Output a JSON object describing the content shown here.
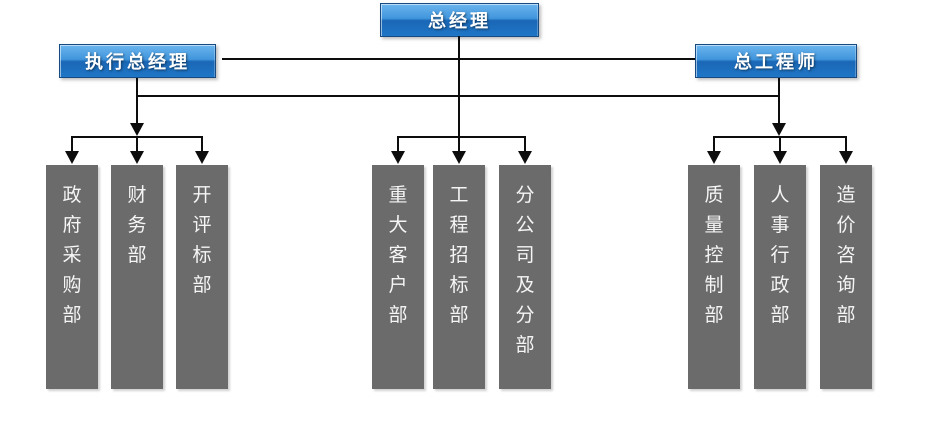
{
  "chart": {
    "type": "org-chart",
    "root": {
      "label": "总经理"
    },
    "executives": {
      "left": {
        "label": "执行总经理"
      },
      "right": {
        "label": "总工程师"
      }
    },
    "groups": [
      {
        "parent": "执行总经理",
        "departments": [
          {
            "label": "政府采购部"
          },
          {
            "label": "财务部"
          },
          {
            "label": "开评标部"
          }
        ]
      },
      {
        "parent": "总经理",
        "departments": [
          {
            "label": "重大客户部"
          },
          {
            "label": "工程招标部"
          },
          {
            "label": "分公司及分部"
          }
        ]
      },
      {
        "parent": "总工程师",
        "departments": [
          {
            "label": "质量控制部"
          },
          {
            "label": "人事行政部"
          },
          {
            "label": "造价咨询部"
          }
        ]
      }
    ]
  },
  "colors": {
    "exec_gradient_top": "#6cb5ee",
    "exec_gradient_bottom": "#1f76c6",
    "exec_border": "#164a80",
    "exec_text": "#ffffff",
    "dept_background": "#6b6b6b",
    "dept_text": "#f5f5f5",
    "connector": "#0d0d0d",
    "page_background": "#ffffff"
  }
}
